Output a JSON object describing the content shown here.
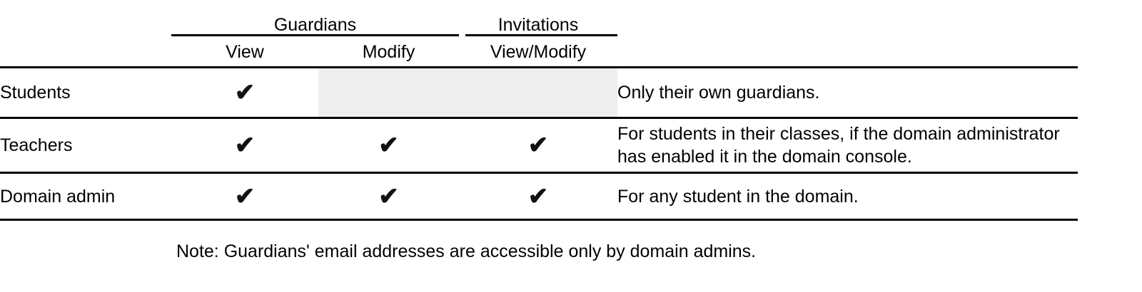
{
  "table": {
    "group_headers": [
      {
        "label": "Guardians",
        "span": 2
      },
      {
        "label": "Invitations",
        "span": 1
      }
    ],
    "column_headers": [
      "View",
      "Modify",
      "View/Modify"
    ],
    "notes_header": "",
    "row_label_header": "",
    "rows": [
      {
        "label": "Students",
        "guardians_view": "✔",
        "guardians_modify": "",
        "invitations_view_modify": "",
        "guardians_modify_shaded": true,
        "invitations_shaded": true,
        "notes": "Only their own guardians."
      },
      {
        "label": "Teachers",
        "guardians_view": "✔",
        "guardians_modify": "✔",
        "invitations_view_modify": "✔",
        "guardians_modify_shaded": false,
        "invitations_shaded": false,
        "notes": "For students in their classes, if the domain administrator has enabled it in the domain console."
      },
      {
        "label": "Domain admin",
        "guardians_view": "✔",
        "guardians_modify": "✔",
        "invitations_view_modify": "✔",
        "guardians_modify_shaded": false,
        "invitations_shaded": false,
        "notes": "For any student in the domain."
      }
    ]
  },
  "footnote": "Note: Guardians' email addresses are accessible only by domain admins.",
  "colors": {
    "rule": "#000000",
    "shaded_cell": "#eeeeee",
    "text": "#000000",
    "background": "#ffffff"
  }
}
